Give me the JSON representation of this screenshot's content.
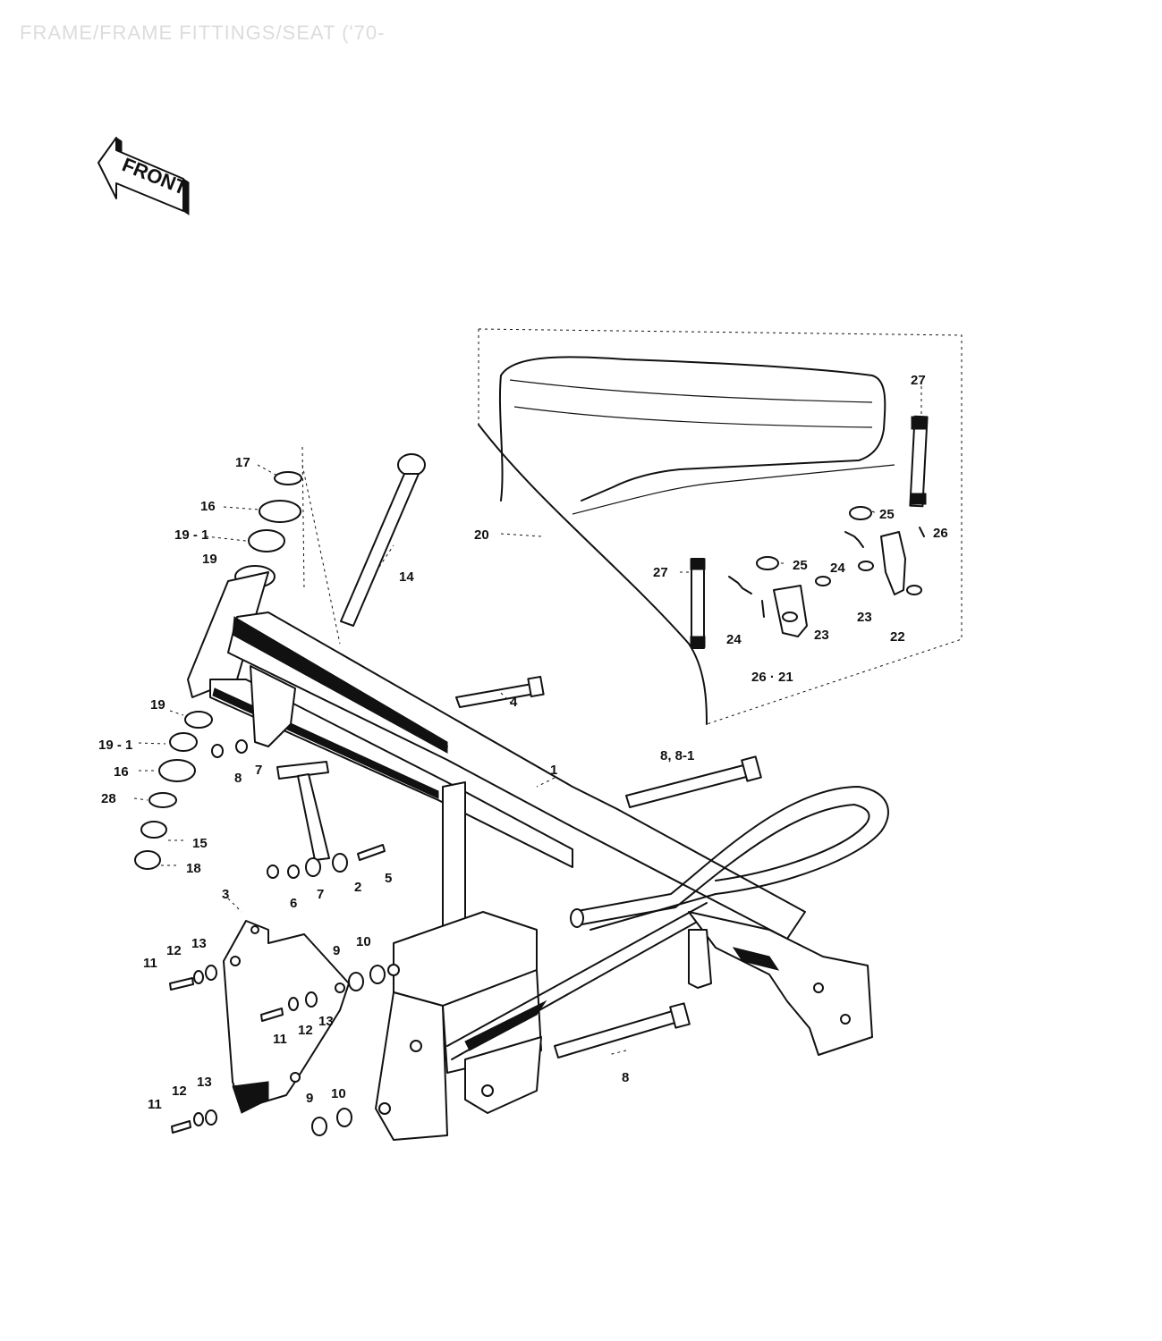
{
  "title": "FRAME/FRAME FITTINGS/SEAT ('70-",
  "front_label": "FRONT",
  "callouts": [
    {
      "id": "c17",
      "text": "17"
    },
    {
      "id": "c16a",
      "text": "16"
    },
    {
      "id": "c19-1a",
      "text": "19 - 1"
    },
    {
      "id": "c19a",
      "text": "19"
    },
    {
      "id": "c14",
      "text": "14"
    },
    {
      "id": "c20",
      "text": "20"
    },
    {
      "id": "c27a",
      "text": "27"
    },
    {
      "id": "c27b",
      "text": "27"
    },
    {
      "id": "c25a",
      "text": "25"
    },
    {
      "id": "c25b",
      "text": "25"
    },
    {
      "id": "c26a",
      "text": "26"
    },
    {
      "id": "c24a",
      "text": "24"
    },
    {
      "id": "c24b",
      "text": "24"
    },
    {
      "id": "c23a",
      "text": "23"
    },
    {
      "id": "c23b",
      "text": "23"
    },
    {
      "id": "c22",
      "text": "22"
    },
    {
      "id": "c26-21",
      "text": "26 · 21"
    },
    {
      "id": "c4",
      "text": "4"
    },
    {
      "id": "c19b",
      "text": "19"
    },
    {
      "id": "c19-1b",
      "text": "19 - 1"
    },
    {
      "id": "c16b",
      "text": "16"
    },
    {
      "id": "c28",
      "text": "28"
    },
    {
      "id": "c15",
      "text": "15"
    },
    {
      "id": "c18",
      "text": "18"
    },
    {
      "id": "c8a",
      "text": "8"
    },
    {
      "id": "c7a",
      "text": "7"
    },
    {
      "id": "c1",
      "text": "1"
    },
    {
      "id": "c8-8-1",
      "text": "8, 8-1"
    },
    {
      "id": "c2",
      "text": "2"
    },
    {
      "id": "c5",
      "text": "5"
    },
    {
      "id": "c6",
      "text": "6"
    },
    {
      "id": "c7b",
      "text": "7"
    },
    {
      "id": "c3",
      "text": "3"
    },
    {
      "id": "c11a",
      "text": "11"
    },
    {
      "id": "c12a",
      "text": "12"
    },
    {
      "id": "c13a",
      "text": "13"
    },
    {
      "id": "c9a",
      "text": "9"
    },
    {
      "id": "c10a",
      "text": "10"
    },
    {
      "id": "c11b",
      "text": "11"
    },
    {
      "id": "c12b",
      "text": "12"
    },
    {
      "id": "c13b",
      "text": "13"
    },
    {
      "id": "c8b",
      "text": "8"
    },
    {
      "id": "c11c",
      "text": "11"
    },
    {
      "id": "c12c",
      "text": "12"
    },
    {
      "id": "c13c",
      "text": "13"
    },
    {
      "id": "c9b",
      "text": "9"
    },
    {
      "id": "c10b",
      "text": "10"
    }
  ]
}
